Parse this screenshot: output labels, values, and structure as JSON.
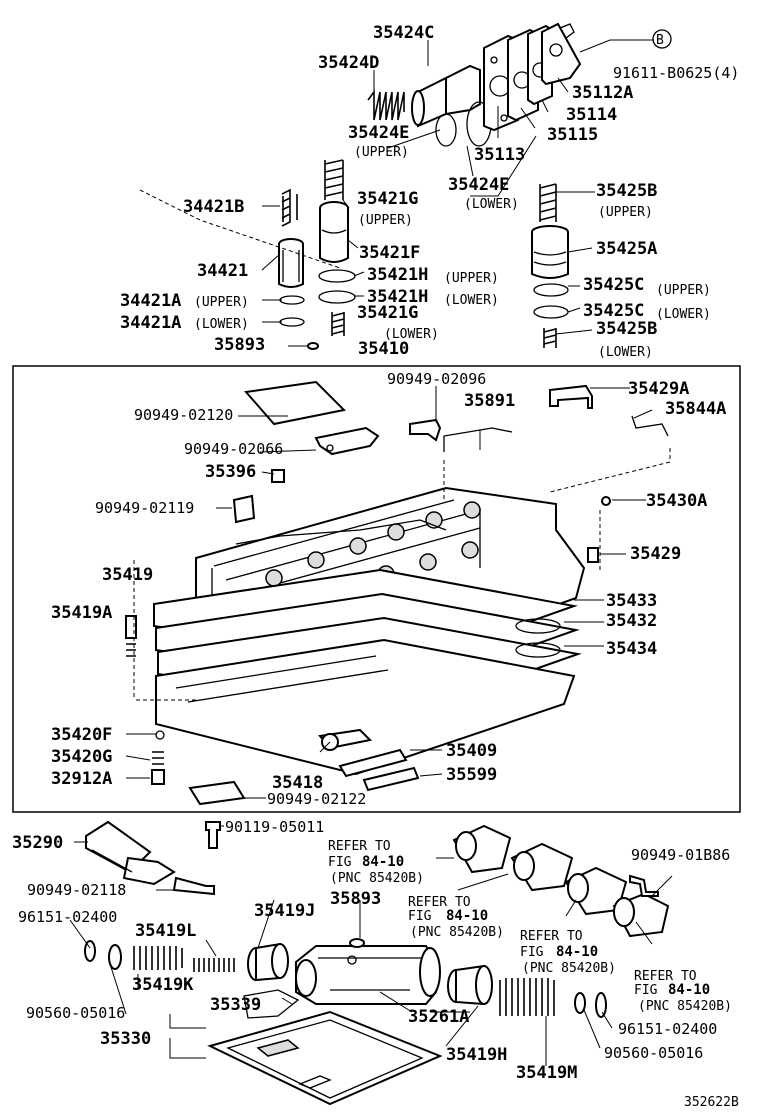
{
  "labels": {
    "p35424C": "35424C",
    "p35424D": "35424D",
    "p91611": "91611-B0625(4)",
    "markerB": "B",
    "p35112A": "35112A",
    "p35114": "35114",
    "p35115": "35115",
    "p35424E_up": "35424E",
    "p35424E_up_sub": "(UPPER)",
    "p35113": "35113",
    "p35424E_lo": "35424E",
    "p35424E_lo_sub": "(LOWER)",
    "p34421B": "34421B",
    "p35421G_up": "35421G",
    "p35421G_up_sub": "(UPPER)",
    "p35425B_up": "35425B",
    "p35425B_up_sub": "(UPPER)",
    "p35421F": "35421F",
    "p35425A": "35425A",
    "p34421": "34421",
    "p35421H_up": "35421H",
    "p35421H_up_sub": "(UPPER)",
    "p35425C_up": "35425C",
    "p35425C_up_sub": "(UPPER)",
    "p34421A_up": "34421A",
    "p34421A_up_sub": "(UPPER)",
    "p35421H_lo": "35421H",
    "p35421H_lo_sub": "(LOWER)",
    "p35425C_lo": "35425C",
    "p35425C_lo_sub": "(LOWER)",
    "p34421A_lo": "34421A",
    "p34421A_lo_sub": "(LOWER)",
    "p35421G_lo": "35421G",
    "p35421G_lo_sub": "(LOWER)",
    "p35425B_lo": "35425B",
    "p35425B_lo_sub": "(LOWER)",
    "p35893_top": "35893",
    "p35410": "35410",
    "p90949_02096": "90949-02096",
    "p35429A": "35429A",
    "p90949_02120": "90949-02120",
    "p35891": "35891",
    "p35844A": "35844A",
    "p90949_02066": "90949-02066",
    "p35396": "35396",
    "p90949_02119": "90949-02119",
    "p35430A": "35430A",
    "p35429": "35429",
    "p35419": "35419",
    "p35433": "35433",
    "p35419A": "35419A",
    "p35432": "35432",
    "p35434": "35434",
    "p35420F": "35420F",
    "p35420G": "35420G",
    "p35409": "35409",
    "p32912A": "32912A",
    "p35599": "35599",
    "p35418": "35418",
    "p90949_02122": "90949-02122",
    "p90119": "90119-05011",
    "p35290": "35290",
    "p90949_01B86": "90949-01B86",
    "p90949_02118": "90949-02118",
    "p96151_left": "96151-02400",
    "p35419J": "35419J",
    "p35893_bot": "35893",
    "p35419L": "35419L",
    "p35419K": "35419K",
    "p90560_left": "90560-05016",
    "p35339": "35339",
    "p96151_right": "96151-02400",
    "p35261A": "35261A",
    "p35330": "35330",
    "p35419H": "35419H",
    "p90560_right": "90560-05016",
    "p35419M": "35419M",
    "figure_code": "352622B"
  },
  "refs": [
    {
      "line1": "REFER TO",
      "fig_prefix": "FIG",
      "fig_no": "84-10",
      "pnc": "(PNC 85420B)"
    },
    {
      "line1": "REFER TO",
      "fig_prefix": "FIG",
      "fig_no": "84-10",
      "pnc": "(PNC 85420B)"
    },
    {
      "line1": "REFER TO",
      "fig_prefix": "FIG",
      "fig_no": "84-10",
      "pnc": "(PNC 85420B)"
    },
    {
      "line1": "REFER TO",
      "fig_prefix": "FIG",
      "fig_no": "84-10",
      "pnc": "(PNC 85420B)"
    }
  ]
}
